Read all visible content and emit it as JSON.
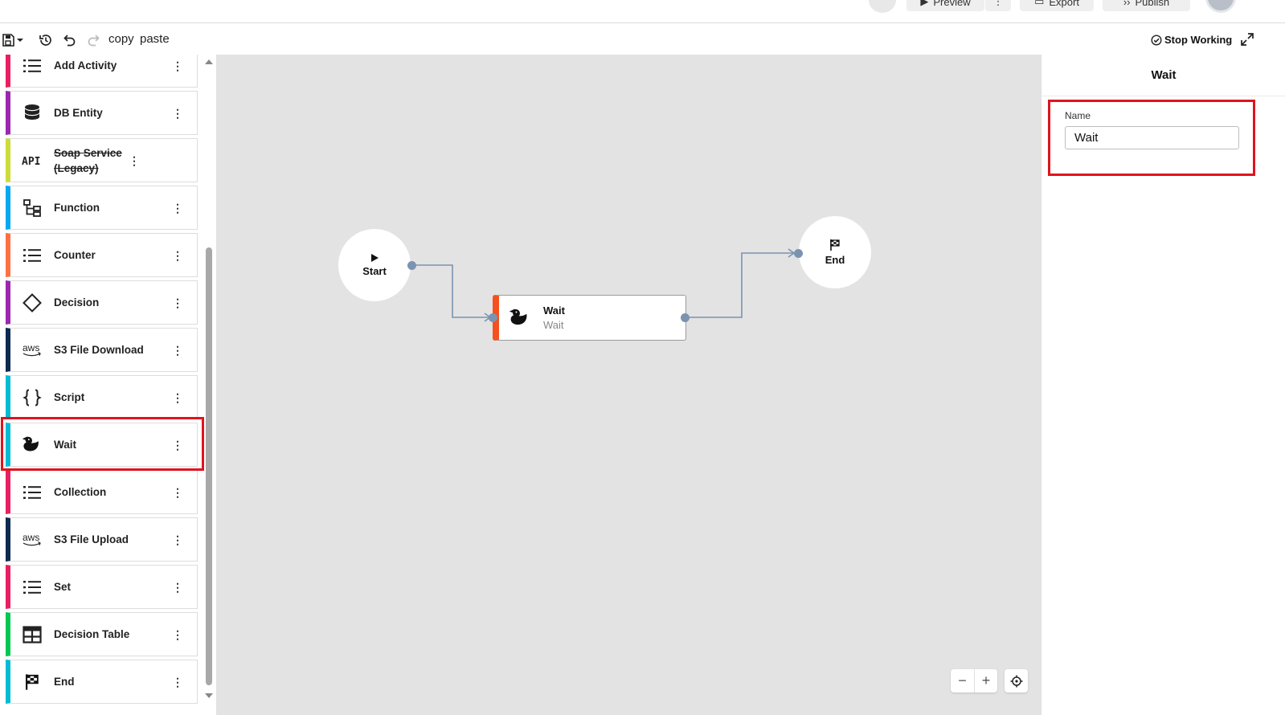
{
  "topbar": {
    "preview_label": "Preview",
    "export_label": "Export",
    "publish_label": "Publish"
  },
  "toolbar": {
    "copy_label": "copy",
    "paste_label": "paste",
    "stop_working_label": "Stop Working"
  },
  "palette": {
    "items": [
      {
        "label": "Add Activity",
        "icon": "list-icon",
        "color": "#e91e63"
      },
      {
        "label": "DB Entity",
        "icon": "database-icon",
        "color": "#9c27b0"
      },
      {
        "label": "Soap Service (Legacy)",
        "icon": "api-icon",
        "color": "#cddc39",
        "strikethrough": true
      },
      {
        "label": "Function",
        "icon": "function-icon",
        "color": "#03a9f4"
      },
      {
        "label": "Counter",
        "icon": "list-icon",
        "color": "#ff7043"
      },
      {
        "label": "Decision",
        "icon": "diamond-icon",
        "color": "#9c27b0"
      },
      {
        "label": "S3 File Download",
        "icon": "aws-icon",
        "color": "#0d2a4f"
      },
      {
        "label": "Script",
        "icon": "braces-icon",
        "color": "#00bcd4"
      },
      {
        "label": "Wait",
        "icon": "duck-icon",
        "color": "#00bcd4"
      },
      {
        "label": "Collection",
        "icon": "list-icon",
        "color": "#e91e63"
      },
      {
        "label": "S3 File Upload",
        "icon": "aws-icon",
        "color": "#0d2a4f"
      },
      {
        "label": "Set",
        "icon": "list-icon",
        "color": "#e91e63"
      },
      {
        "label": "Decision Table",
        "icon": "table-icon",
        "color": "#00c853"
      },
      {
        "label": "End",
        "icon": "flag-icon",
        "color": "#00bcd4"
      }
    ]
  },
  "canvas": {
    "start_label": "Start",
    "end_label": "End",
    "task": {
      "title": "Wait",
      "subtitle": "Wait",
      "accent": "#f4511e"
    },
    "zoom_out": "−",
    "zoom_in": "+"
  },
  "properties": {
    "title": "Wait",
    "name_label": "Name",
    "name_value": "Wait"
  },
  "colors": {
    "highlight": "#e0141e",
    "canvas_bg": "#e3e3e3",
    "edge": "#7a93b0"
  }
}
